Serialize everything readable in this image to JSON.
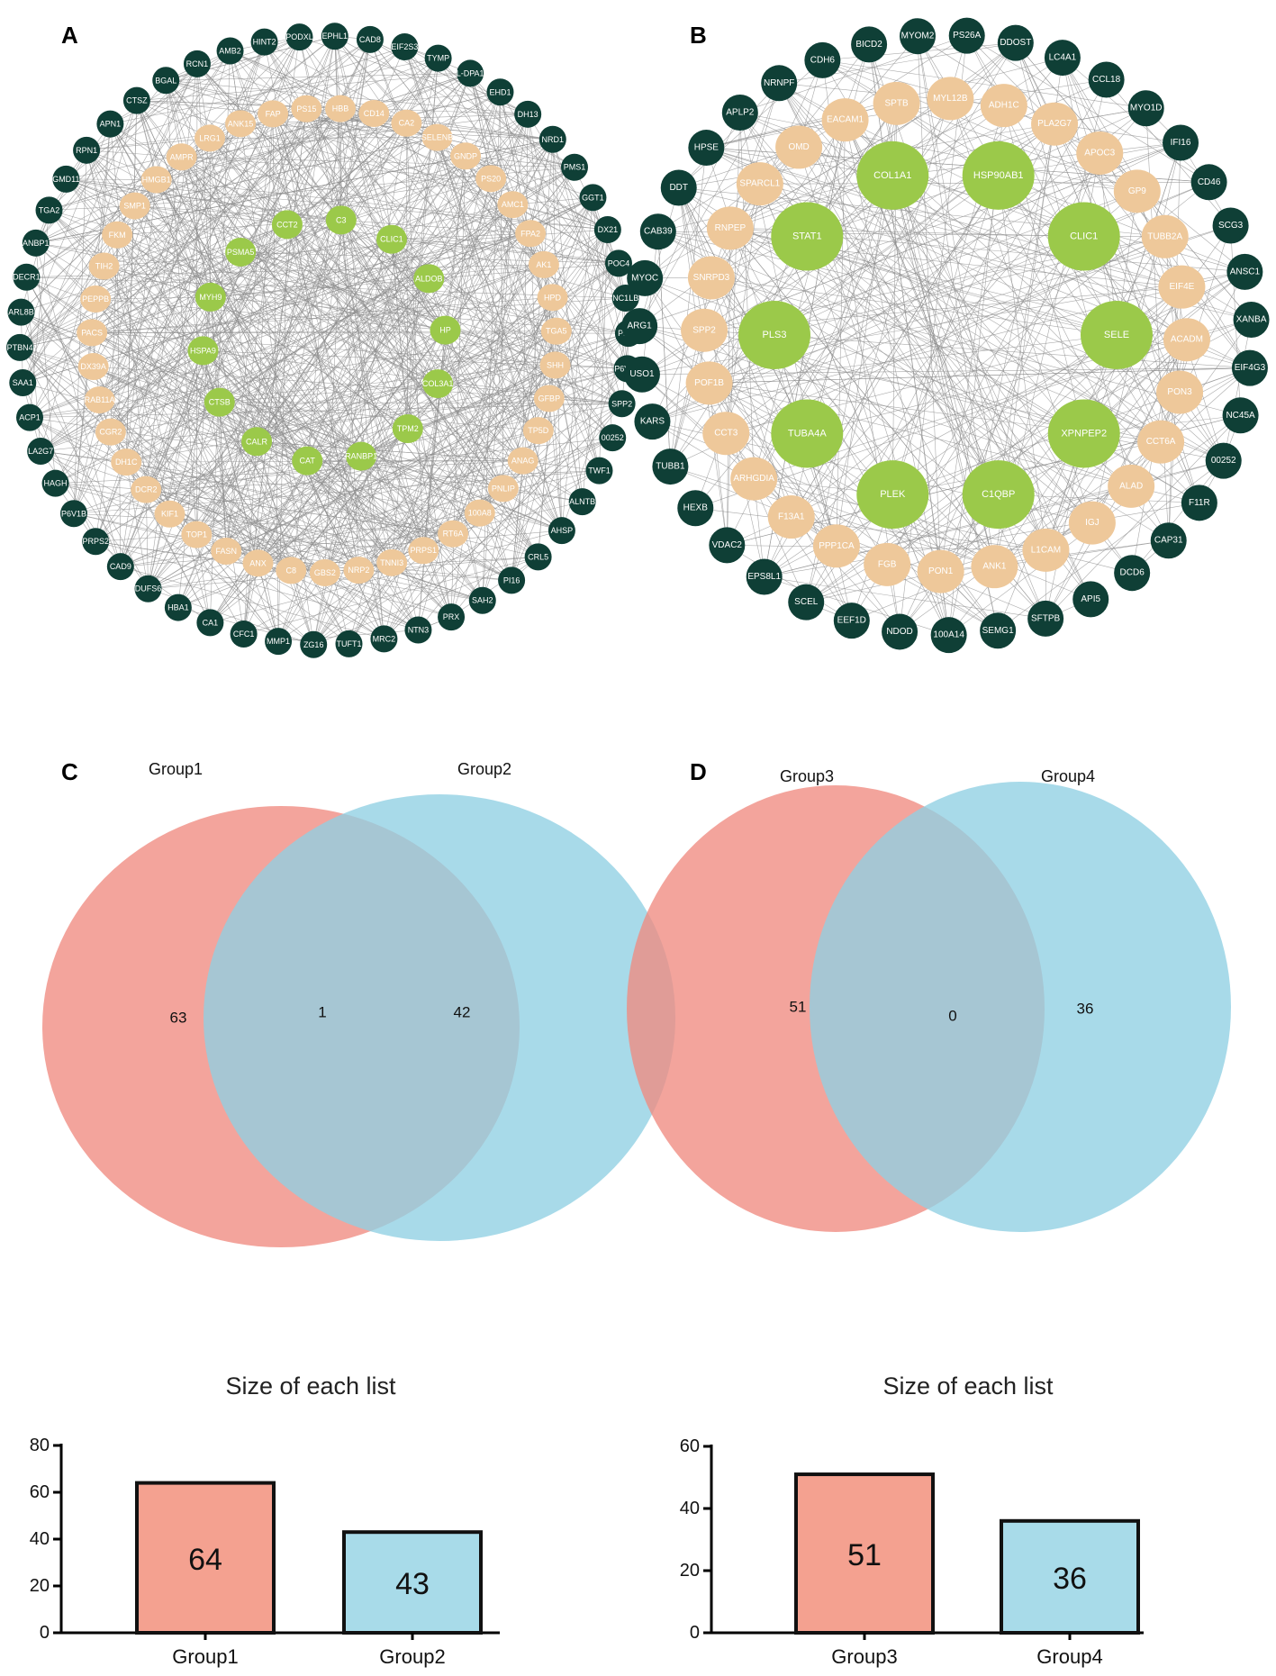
{
  "panels": {
    "a": "A",
    "b": "B",
    "c": "C",
    "d": "D"
  },
  "colors": {
    "outer_node": "#0f3f36",
    "middle_node": "#eec89a",
    "inner_node": "#9bc94a",
    "edge": "#8e8e8e",
    "venn_red": "#ef8a80",
    "venn_blue": "#8fd0e3",
    "bar_red": "#f4a190",
    "bar_blue": "#a8dbe9"
  },
  "network_a": {
    "outer": [
      "EPHL1",
      "CAD8",
      "EIF2S3",
      "TYMP",
      "L-DPA1",
      "EHD1",
      "DH13",
      "NRD1",
      "PMS1",
      "GGT1",
      "DX21",
      "POC4",
      "NC1LB",
      "PP5D",
      "P6V1C",
      "SPP2",
      "00252",
      "TWF1",
      "ALNTB",
      "AHSP",
      "CRL5",
      "PI16",
      "SAH2",
      "PRX",
      "NTN3",
      "MRC2",
      "TUFT1",
      "ZG16",
      "MMP1",
      "CFC1",
      "CA1",
      "HBA1",
      "DUFS6",
      "CAD9",
      "PRPS2",
      "P6V1B",
      "HAGH",
      "LA2G7",
      "ACP1",
      "SAA1",
      "PTBN4",
      "ARL8B",
      "DECR1",
      "ANBP1",
      "TGA2",
      "GMD11",
      "RPN1",
      "APN1",
      "CTSZ",
      "BGAL",
      "RCN1",
      "AMB2",
      "HINT2",
      "PODXL"
    ],
    "middle": [
      "HBB",
      "CD14",
      "CA2",
      "SELENB",
      "GNDP",
      "PS20",
      "AMC1",
      "FPA2",
      "AK1",
      "HPD",
      "TGA5",
      "SHH",
      "GFBP",
      "TP5D",
      "ANAG",
      "PNLIP",
      "100A8",
      "RT6A",
      "PRPS1",
      "TNNI3",
      "NRP2",
      "GBS2",
      "C8",
      "ANX",
      "FASN",
      "TOP1",
      "KIF1",
      "DCR2",
      "DH1C",
      "CGR2",
      "RAB11A",
      "DX39A",
      "PACS",
      "PEPPB",
      "TIH2",
      "FKM",
      "SMP1",
      "HMGB1",
      "AMPR",
      "LRG1",
      "ANK15",
      "FAP",
      "PS15"
    ],
    "inner": [
      "C3",
      "CLIC1",
      "ALDOB",
      "HP",
      "COL3A1",
      "TPM2",
      "RANBP1",
      "CAT",
      "CALR",
      "CTSB",
      "HSPA9",
      "MYH9",
      "PSMA5",
      "CCT2"
    ]
  },
  "network_b": {
    "outer": [
      "PS26A",
      "DDOST",
      "LC4A1",
      "CCL18",
      "MYO1D",
      "IFI16",
      "CD46",
      "SCG3",
      "ANSC1",
      "XANBA",
      "EIF4G3",
      "NC45A",
      "00252",
      "F11R",
      "CAP31",
      "DCD6",
      "API5",
      "SFTPB",
      "SEMG1",
      "100A14",
      "NDOD",
      "EEF1D",
      "SCEL",
      "EPS8L1",
      "VDAC2",
      "HEXB",
      "TUBB1",
      "KARS",
      "USO1",
      "ARG1",
      "MYOC",
      "CAB39",
      "DDT",
      "HPSE",
      "APLP2",
      "NRNPF",
      "CDH6",
      "BICD2",
      "MYOM2"
    ],
    "middle": [
      "ADH1C",
      "PLA2G7",
      "APOC3",
      "GP9",
      "TUBB2A",
      "EIF4E",
      "ACADM",
      "PON3",
      "CCT6A",
      "ALAD",
      "IGJ",
      "L1CAM",
      "ANK1",
      "PON1",
      "FGB",
      "PPP1CA",
      "F13A1",
      "ARHGDIA",
      "CCT3",
      "POF1B",
      "SPP2",
      "SNRPD3",
      "RNPEP",
      "SPARCL1",
      "OMD",
      "EACAM1",
      "SPTB",
      "MYL12B"
    ],
    "inner": [
      "HSP90AB1",
      "CLIC1",
      "SELE",
      "XPNPEP2",
      "C1QBP",
      "PLEK",
      "TUBA4A",
      "PLS3",
      "STAT1",
      "COL1A1"
    ]
  },
  "venn": [
    {
      "left_label": "Group1",
      "right_label": "Group2",
      "left_only": "63",
      "both": "1",
      "right_only": "42"
    },
    {
      "left_label": "Group3",
      "right_label": "Group4",
      "left_only": "51",
      "both": "0",
      "right_only": "36"
    }
  ],
  "chart_data": [
    {
      "type": "bar",
      "title": "Size of each list",
      "categories": [
        "Group1",
        "Group2"
      ],
      "values": [
        64,
        43
      ],
      "value_labels": [
        "64",
        "43"
      ],
      "ylim": [
        0,
        80
      ],
      "yticks": [
        0,
        20,
        40,
        60,
        80
      ],
      "colors": [
        "#f4a190",
        "#a8dbe9"
      ],
      "grid": false
    },
    {
      "type": "bar",
      "title": "Size of each list",
      "categories": [
        "Group3",
        "Group4"
      ],
      "values": [
        51,
        36
      ],
      "value_labels": [
        "51",
        "36"
      ],
      "ylim": [
        0,
        60
      ],
      "yticks": [
        0,
        20,
        40,
        60
      ],
      "colors": [
        "#f4a190",
        "#a8dbe9"
      ],
      "grid": false
    }
  ]
}
